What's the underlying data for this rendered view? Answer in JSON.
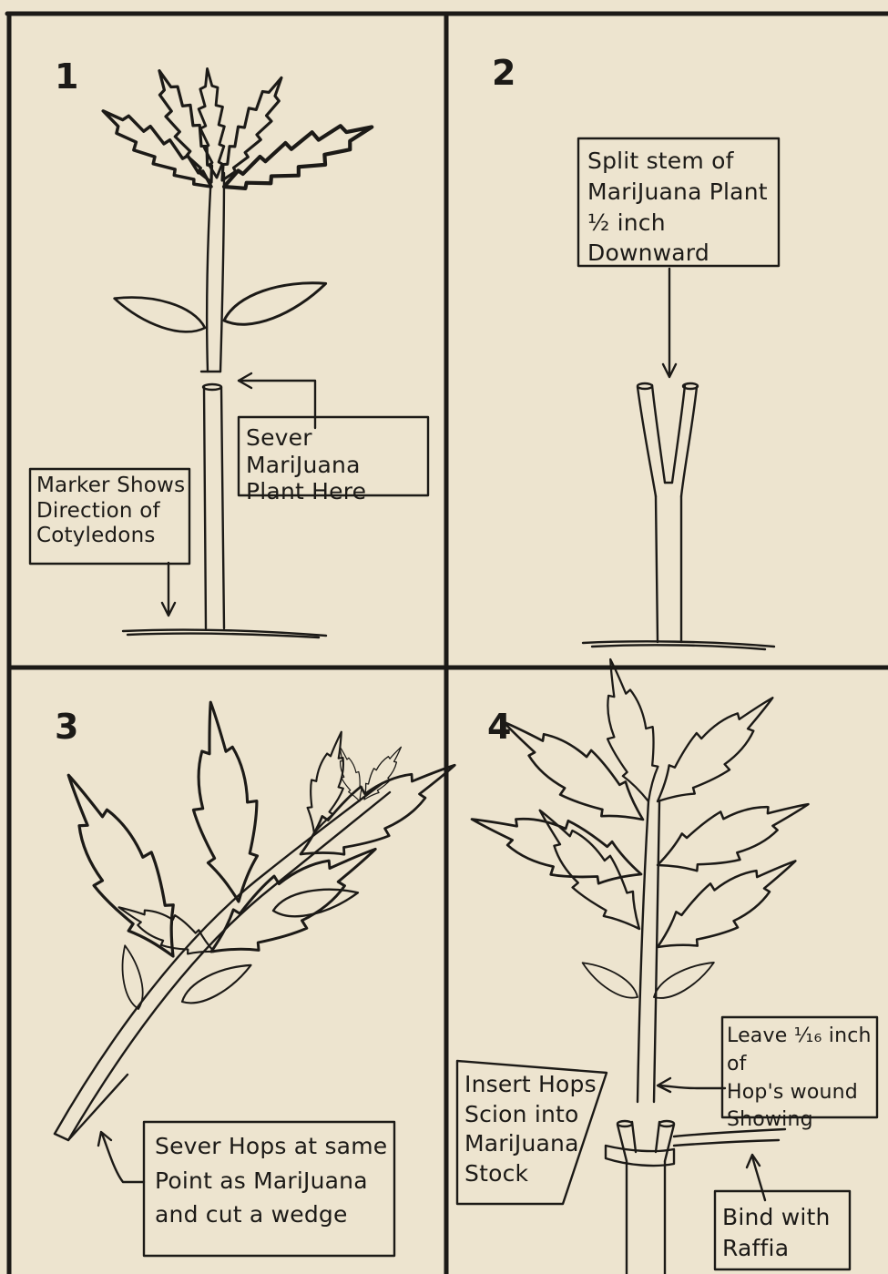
{
  "panels": [
    {
      "number": "1",
      "labels": {
        "sever": "Sever MariJuana\nPlant Here",
        "marker": "Marker Shows\nDirection of\nCotyledons"
      }
    },
    {
      "number": "2",
      "labels": {
        "split": "Split stem of\nMariJuana Plant\n½ inch Downward"
      }
    },
    {
      "number": "3",
      "labels": {
        "sever_hops": "Sever Hops at same\nPoint as MariJuana\nand cut a wedge"
      }
    },
    {
      "number": "4",
      "labels": {
        "leave": "Leave ¹⁄₁₆ inch of\nHop's wound\nShowing",
        "insert": "Insert Hops\nScion into\nMariJuana\nStock",
        "bind": "Bind with\nRaffia"
      }
    }
  ],
  "colors": {
    "paper": "#ede4cf",
    "ink": "#1c1a17"
  }
}
